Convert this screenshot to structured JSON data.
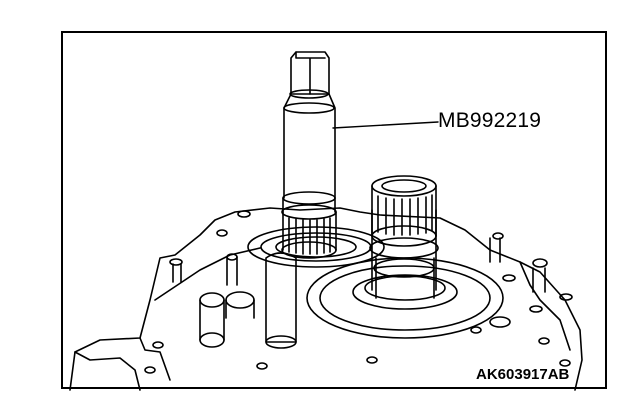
{
  "callout": {
    "tool_label": "MB992219"
  },
  "figure": {
    "id": "AK603917AB"
  },
  "icons": {
    "tool": "special-tool-drawing",
    "transmission": "transmission-case-drawing"
  }
}
